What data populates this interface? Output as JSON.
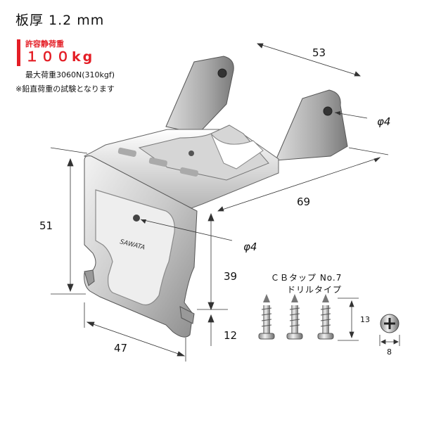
{
  "header": {
    "thickness": "板厚 1.2 mm",
    "allowable_label": "許容静荷重",
    "allowable_value": "１００kg",
    "max_load": "最大荷重3060N(310kgf)",
    "note": "※鉛直荷重の試験となります"
  },
  "dimensions": {
    "top_width": "53",
    "top_hole": "φ4",
    "depth": "69",
    "height": "51",
    "front_hole": "φ4",
    "front_height": "39",
    "hook_height": "12",
    "bottom_width": "47"
  },
  "bracket": {
    "logo": "SAWATA"
  },
  "screws": {
    "title": "ＣＢタップ No.7",
    "subtitle": "ドリルタイプ",
    "length": "13",
    "head": "8"
  }
}
